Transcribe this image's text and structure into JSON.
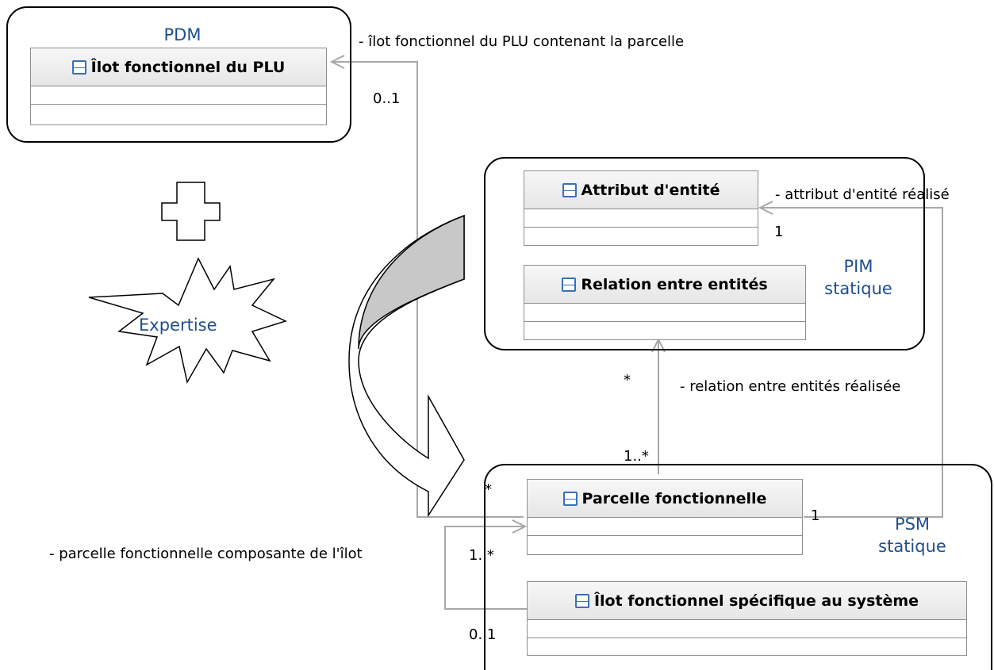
{
  "groups": {
    "pdm": {
      "label": "PDM"
    },
    "pim": {
      "label_line1": "PIM",
      "label_line2": "statique"
    },
    "psm": {
      "label_line1": "PSM",
      "label_line2": "statique"
    }
  },
  "classes": {
    "ilot_plu": "Îlot fonctionnel du PLU",
    "attribut": "Attribut d'entité",
    "relation": "Relation entre entités",
    "parcelle": "Parcelle fonctionnelle",
    "ilot_systeme": "Îlot fonctionnel spécifique au système"
  },
  "associations": {
    "ilot_plu_role": "- îlot fonctionnel du PLU contenant la parcelle",
    "ilot_plu_mult": "0..1",
    "attribut_role": "- attribut d'entité réalisé",
    "attribut_mult": "1",
    "parcelle_attr_mult": "1",
    "relation_role": "- relation entre entités réalisée",
    "relation_mult": "*",
    "parcelle_relation_mult": "1..*",
    "parcelle_plu_mult": "*",
    "composante_role": "- parcelle fonctionnelle composante de l'îlot",
    "composante_mult": "1..*",
    "ilot_systeme_mult": "0..1"
  },
  "shapes": {
    "cross": "plus-cross-shape",
    "star": {
      "text": "Expertise"
    },
    "arrow": "curved-arrow-shape"
  },
  "colors": {
    "group_label": "#1f4e8c",
    "class_icon": "#3a6fb5",
    "connector": "#a8a8a8",
    "arrow_fill": "#c8c8c8"
  }
}
